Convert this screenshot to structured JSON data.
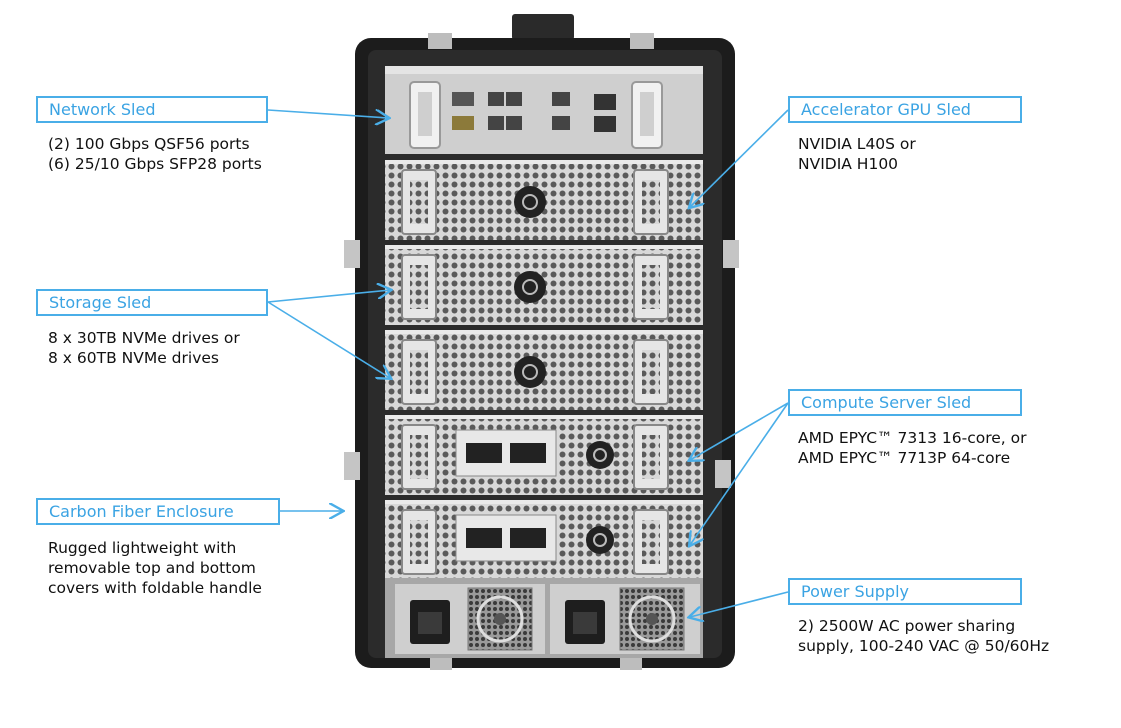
{
  "callouts": {
    "network": {
      "title": "Network Sled",
      "lines": [
        "(2) 100 Gbps QSF56 ports",
        "(6) 25/10 Gbps SFP28 ports"
      ]
    },
    "storage": {
      "title": "Storage Sled",
      "lines": [
        "8 x 30TB NVMe drives or",
        "8 x 60TB NVMe drives"
      ]
    },
    "enclosure": {
      "title": "Carbon Fiber Enclosure",
      "lines": [
        "Rugged lightweight with",
        "removable top and bottom",
        "covers with foldable handle"
      ]
    },
    "gpu": {
      "title": "Accelerator GPU Sled",
      "lines": [
        "NVIDIA L40S or",
        "NVIDIA H100"
      ]
    },
    "compute": {
      "title": "Compute Server Sled",
      "lines": [
        "AMD EPYC™ 7313 16-core, or",
        "AMD EPYC™ 7713P 64-core"
      ]
    },
    "power": {
      "title": "Power Supply",
      "lines": [
        "2) 2500W AC power sharing",
        "supply, 100-240 VAC @ 50/60Hz"
      ]
    }
  },
  "colors": {
    "accent": "#4aaee8",
    "enclosure": "#1c1c1c",
    "sled": "#d4d4d4"
  },
  "icons": [
    "power-button-icon",
    "fan-icon",
    "rj45-port-icon",
    "sfp-port-icon",
    "qsfp-port-icon",
    "power-inlet-icon"
  ]
}
